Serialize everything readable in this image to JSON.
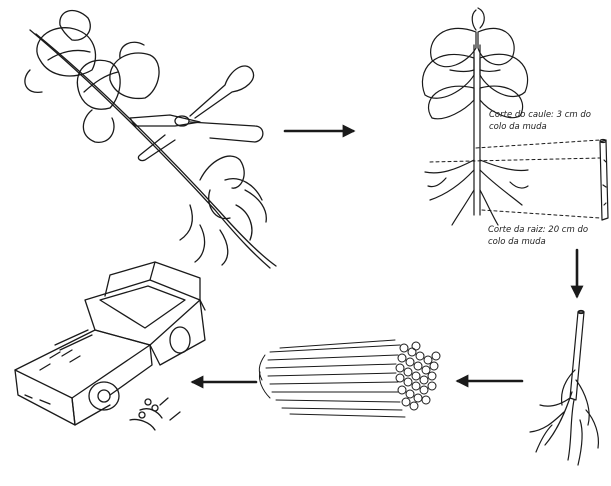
{
  "annotations": {
    "stem_cut_line1": "Corte do caule: 3 cm do",
    "stem_cut_line2": "colo da muda",
    "root_cut_line1": "Corte da raiz: 20 cm do",
    "root_cut_line2": "colo da muda"
  },
  "colors": {
    "ink": "#1a1a1a",
    "background": "#ffffff"
  },
  "icons": [
    "plant-with-shears-icon",
    "seedling-with-roots-icon",
    "cut-cutting-icon",
    "prepared-cutting-icon",
    "bundle-of-cuttings-icon",
    "pickup-truck-icon"
  ]
}
